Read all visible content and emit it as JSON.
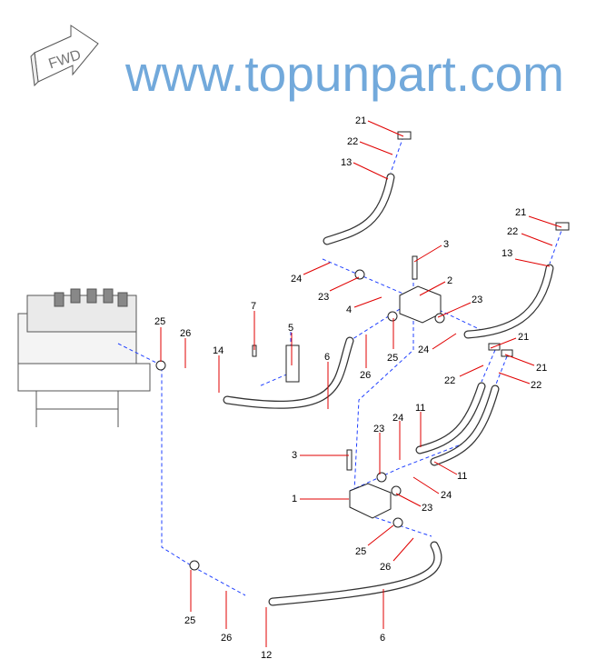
{
  "fwd_label": "FWD",
  "watermark": "www.topunpart.com",
  "callouts": [
    "21",
    "22",
    "13",
    "3",
    "24",
    "23",
    "2",
    "4",
    "23",
    "24",
    "25",
    "26",
    "21",
    "22",
    "13",
    "21",
    "21",
    "22",
    "22",
    "7",
    "5",
    "6",
    "25",
    "26",
    "14",
    "11",
    "11",
    "24",
    "23",
    "24",
    "23",
    "3",
    "1",
    "25",
    "26",
    "25",
    "26",
    "12",
    "6"
  ],
  "colors": {
    "leader": "#e00000",
    "centerline": "#2040ff",
    "watermark": "#5a9bd5"
  }
}
